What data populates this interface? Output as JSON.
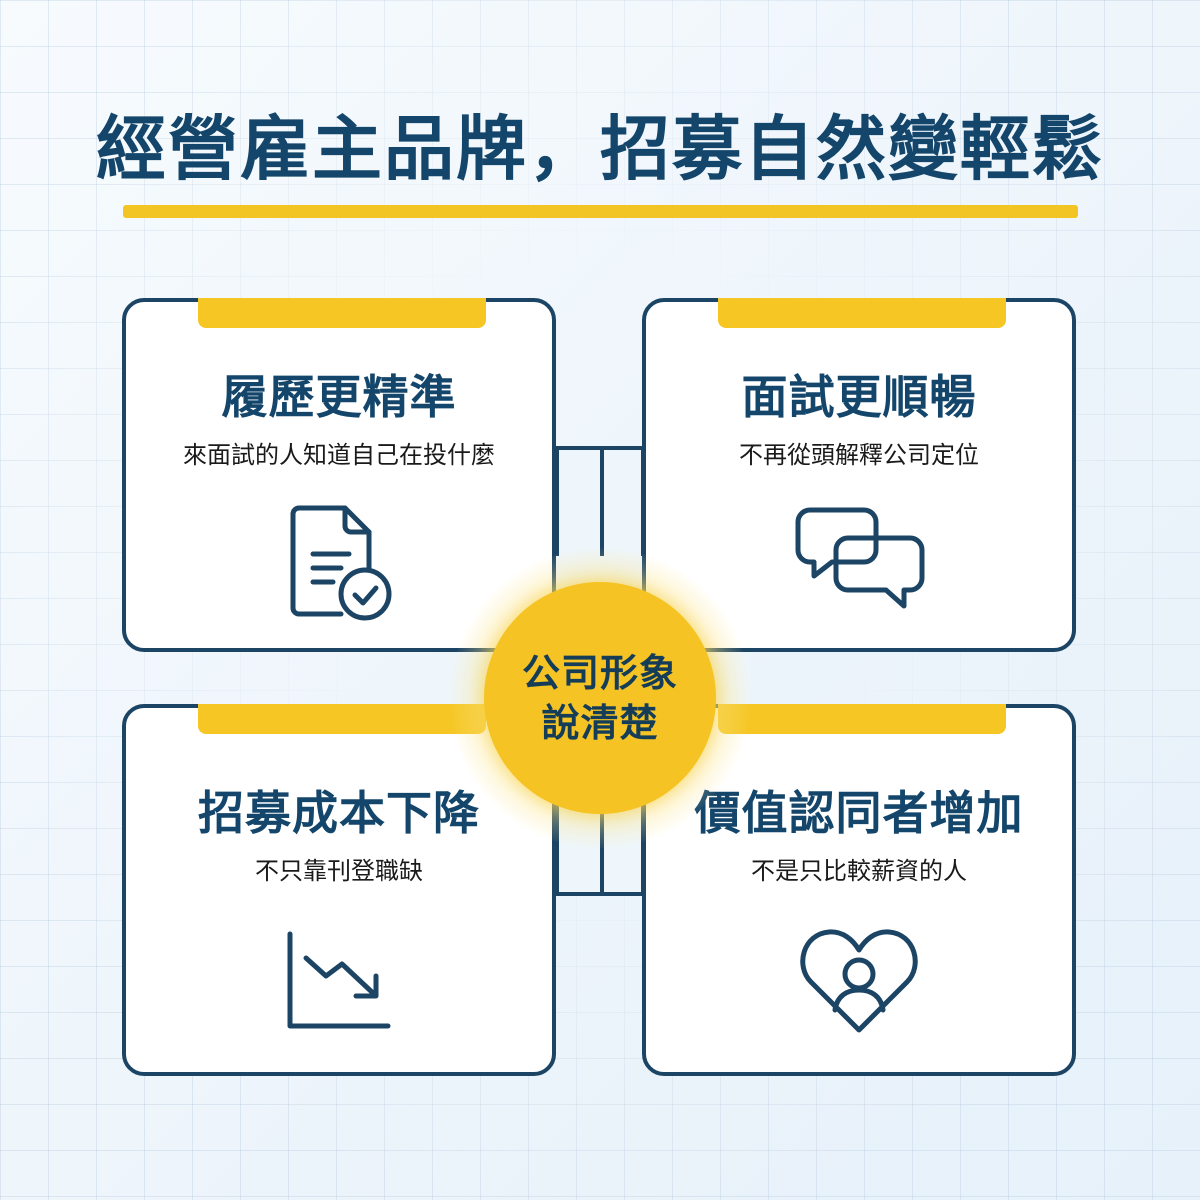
{
  "title": "經營雇主品牌，招募自然變輕鬆",
  "hub": {
    "line1": "公司形象",
    "line2": "說清楚"
  },
  "cards": [
    {
      "heading": "履歷更精準",
      "sub": "來面試的人知道自己在投什麼",
      "icon": "document-check-icon"
    },
    {
      "heading": "面試更順暢",
      "sub": "不再從頭解釋公司定位",
      "icon": "chat-bubbles-icon"
    },
    {
      "heading": "招募成本下降",
      "sub": "不只靠刊登職缺",
      "icon": "chart-down-icon"
    },
    {
      "heading": "價值認同者增加",
      "sub": "不是只比較薪資的人",
      "icon": "heart-person-icon"
    }
  ],
  "colors": {
    "navy": "#14466b",
    "outline": "#1c4465",
    "accent_yellow": "#f5c424",
    "background": "#eef5fb"
  }
}
